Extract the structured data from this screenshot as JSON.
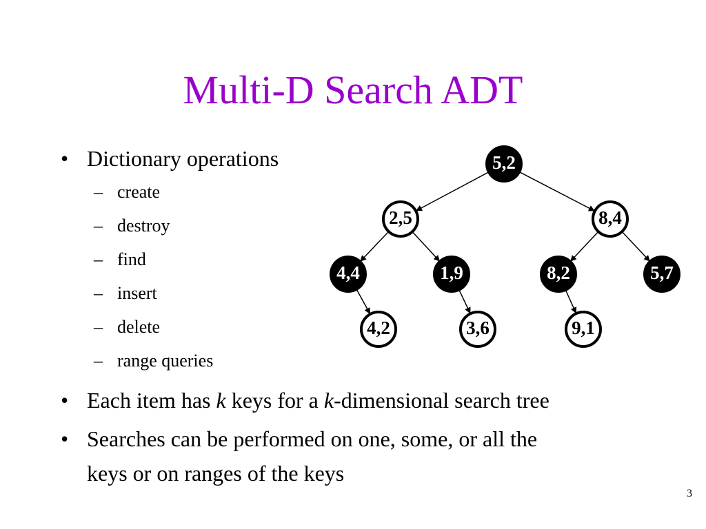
{
  "slide": {
    "title": "Multi-D Search ADT",
    "page_number": "3",
    "title_color": "#9900cc"
  },
  "bullets": {
    "b1": {
      "symbol": "•",
      "text": "Dictionary operations",
      "subitems": [
        {
          "dash": "–",
          "label": "create"
        },
        {
          "dash": "–",
          "label": "destroy"
        },
        {
          "dash": "–",
          "label": "find"
        },
        {
          "dash": "–",
          "label": "insert"
        },
        {
          "dash": "–",
          "label": "delete"
        },
        {
          "dash": "–",
          "label": "range queries"
        }
      ]
    },
    "b2": {
      "symbol": "•",
      "pre": "Each item has ",
      "k1": "k",
      "mid": " keys for a ",
      "k2": "k",
      "post": "-dimensional search tree"
    },
    "b3": {
      "symbol": "•",
      "line1": "Searches can be performed on one, some, or all the",
      "line2": "keys or on ranges of the keys"
    }
  },
  "tree": {
    "nodes": {
      "n52": {
        "label": "5,2",
        "style": "filled"
      },
      "n25": {
        "label": "2,5",
        "style": "outline"
      },
      "n84": {
        "label": "8,4",
        "style": "outline"
      },
      "n44": {
        "label": "4,4",
        "style": "filled"
      },
      "n19": {
        "label": "1,9",
        "style": "filled"
      },
      "n82": {
        "label": "8,2",
        "style": "filled"
      },
      "n57": {
        "label": "5,7",
        "style": "filled"
      },
      "n42": {
        "label": "4,2",
        "style": "outline"
      },
      "n36": {
        "label": "3,6",
        "style": "outline"
      },
      "n91": {
        "label": "9,1",
        "style": "outline"
      }
    },
    "edges": [
      [
        "n52",
        "n25"
      ],
      [
        "n52",
        "n84"
      ],
      [
        "n25",
        "n44"
      ],
      [
        "n25",
        "n19"
      ],
      [
        "n84",
        "n82"
      ],
      [
        "n84",
        "n57"
      ],
      [
        "n44",
        "n42"
      ],
      [
        "n19",
        "n36"
      ],
      [
        "n82",
        "n91"
      ]
    ]
  }
}
